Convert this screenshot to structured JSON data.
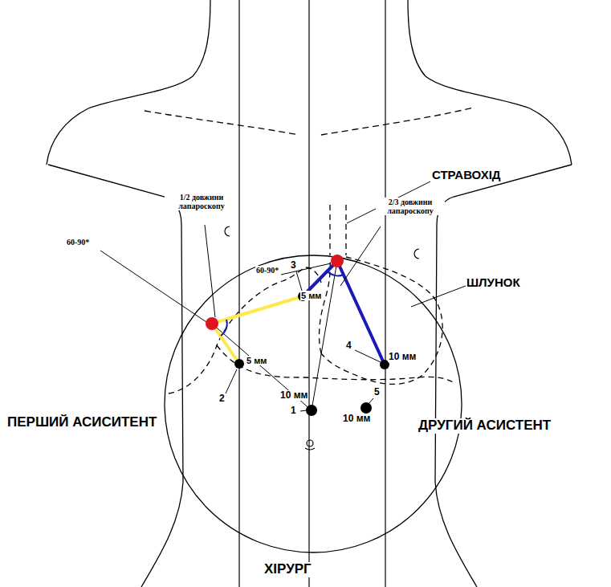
{
  "diagram": {
    "labels": [
      "СТРАВОХІД",
      "1/2 довжини лапароскопу",
      "2/3 довжини лапароскопу",
      "60-90*",
      "60-90*",
      "ШЛУНОК",
      "3",
      "5 мм",
      "2",
      "5 мм",
      "4",
      "10 мм",
      "1",
      "10 мм",
      "5",
      "10 мм",
      "ПЕРШИЙ АСИСИТЕНТ",
      "ДРУГИЙ АСИСТЕНТ",
      "ХІРУРГ"
    ]
  }
}
